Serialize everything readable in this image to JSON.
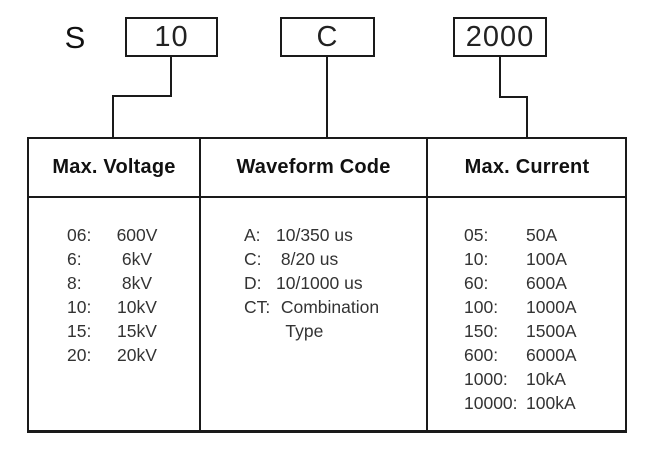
{
  "code_example": {
    "prefix": "S",
    "segments": [
      "10",
      "C",
      "2000"
    ]
  },
  "columns": [
    {
      "header": "Max. Voltage",
      "entries": [
        {
          "code": "06:",
          "value": "600V"
        },
        {
          "code": "6:",
          "value": "6kV"
        },
        {
          "code": "8:",
          "value": "8kV"
        },
        {
          "code": "10:",
          "value": "10kV"
        },
        {
          "code": "15:",
          "value": "15kV"
        },
        {
          "code": "20:",
          "value": "20kV"
        }
      ]
    },
    {
      "header": "Waveform Code",
      "entries": [
        {
          "code": "A:",
          "value": "10/350 us"
        },
        {
          "code": "C:",
          "value": " 8/20 us"
        },
        {
          "code": "D:",
          "value": "10/1000 us"
        },
        {
          "code": "CT:",
          "value": " Combination"
        },
        {
          "code": "",
          "value": "  Type"
        }
      ]
    },
    {
      "header": "Max. Current",
      "entries": [
        {
          "code": "05:",
          "value": "50A"
        },
        {
          "code": "10:",
          "value": "100A"
        },
        {
          "code": "60:",
          "value": "600A"
        },
        {
          "code": "100:",
          "value": "1000A"
        },
        {
          "code": "150:",
          "value": "1500A"
        },
        {
          "code": "600:",
          "value": "6000A"
        },
        {
          "code": "1000:",
          "value": "10kA"
        },
        {
          "code": "10000:",
          "value": "100kA"
        }
      ]
    }
  ],
  "colors": {
    "line": "#1a1a1a",
    "text": "#333333",
    "header_text": "#111111",
    "bg": "#ffffff"
  }
}
